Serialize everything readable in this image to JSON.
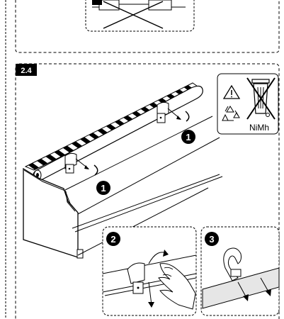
{
  "section": {
    "label": "2.4"
  },
  "callouts": {
    "step1a": "1",
    "step1b": "1",
    "step2": "2",
    "step3": "3"
  },
  "recycle": {
    "battery_label": "NiMh"
  },
  "icons": {
    "warning": "warning-triangle-icon",
    "recycle": "recycle-icon",
    "bin": "crossed-out-wheelie-bin-icon"
  }
}
